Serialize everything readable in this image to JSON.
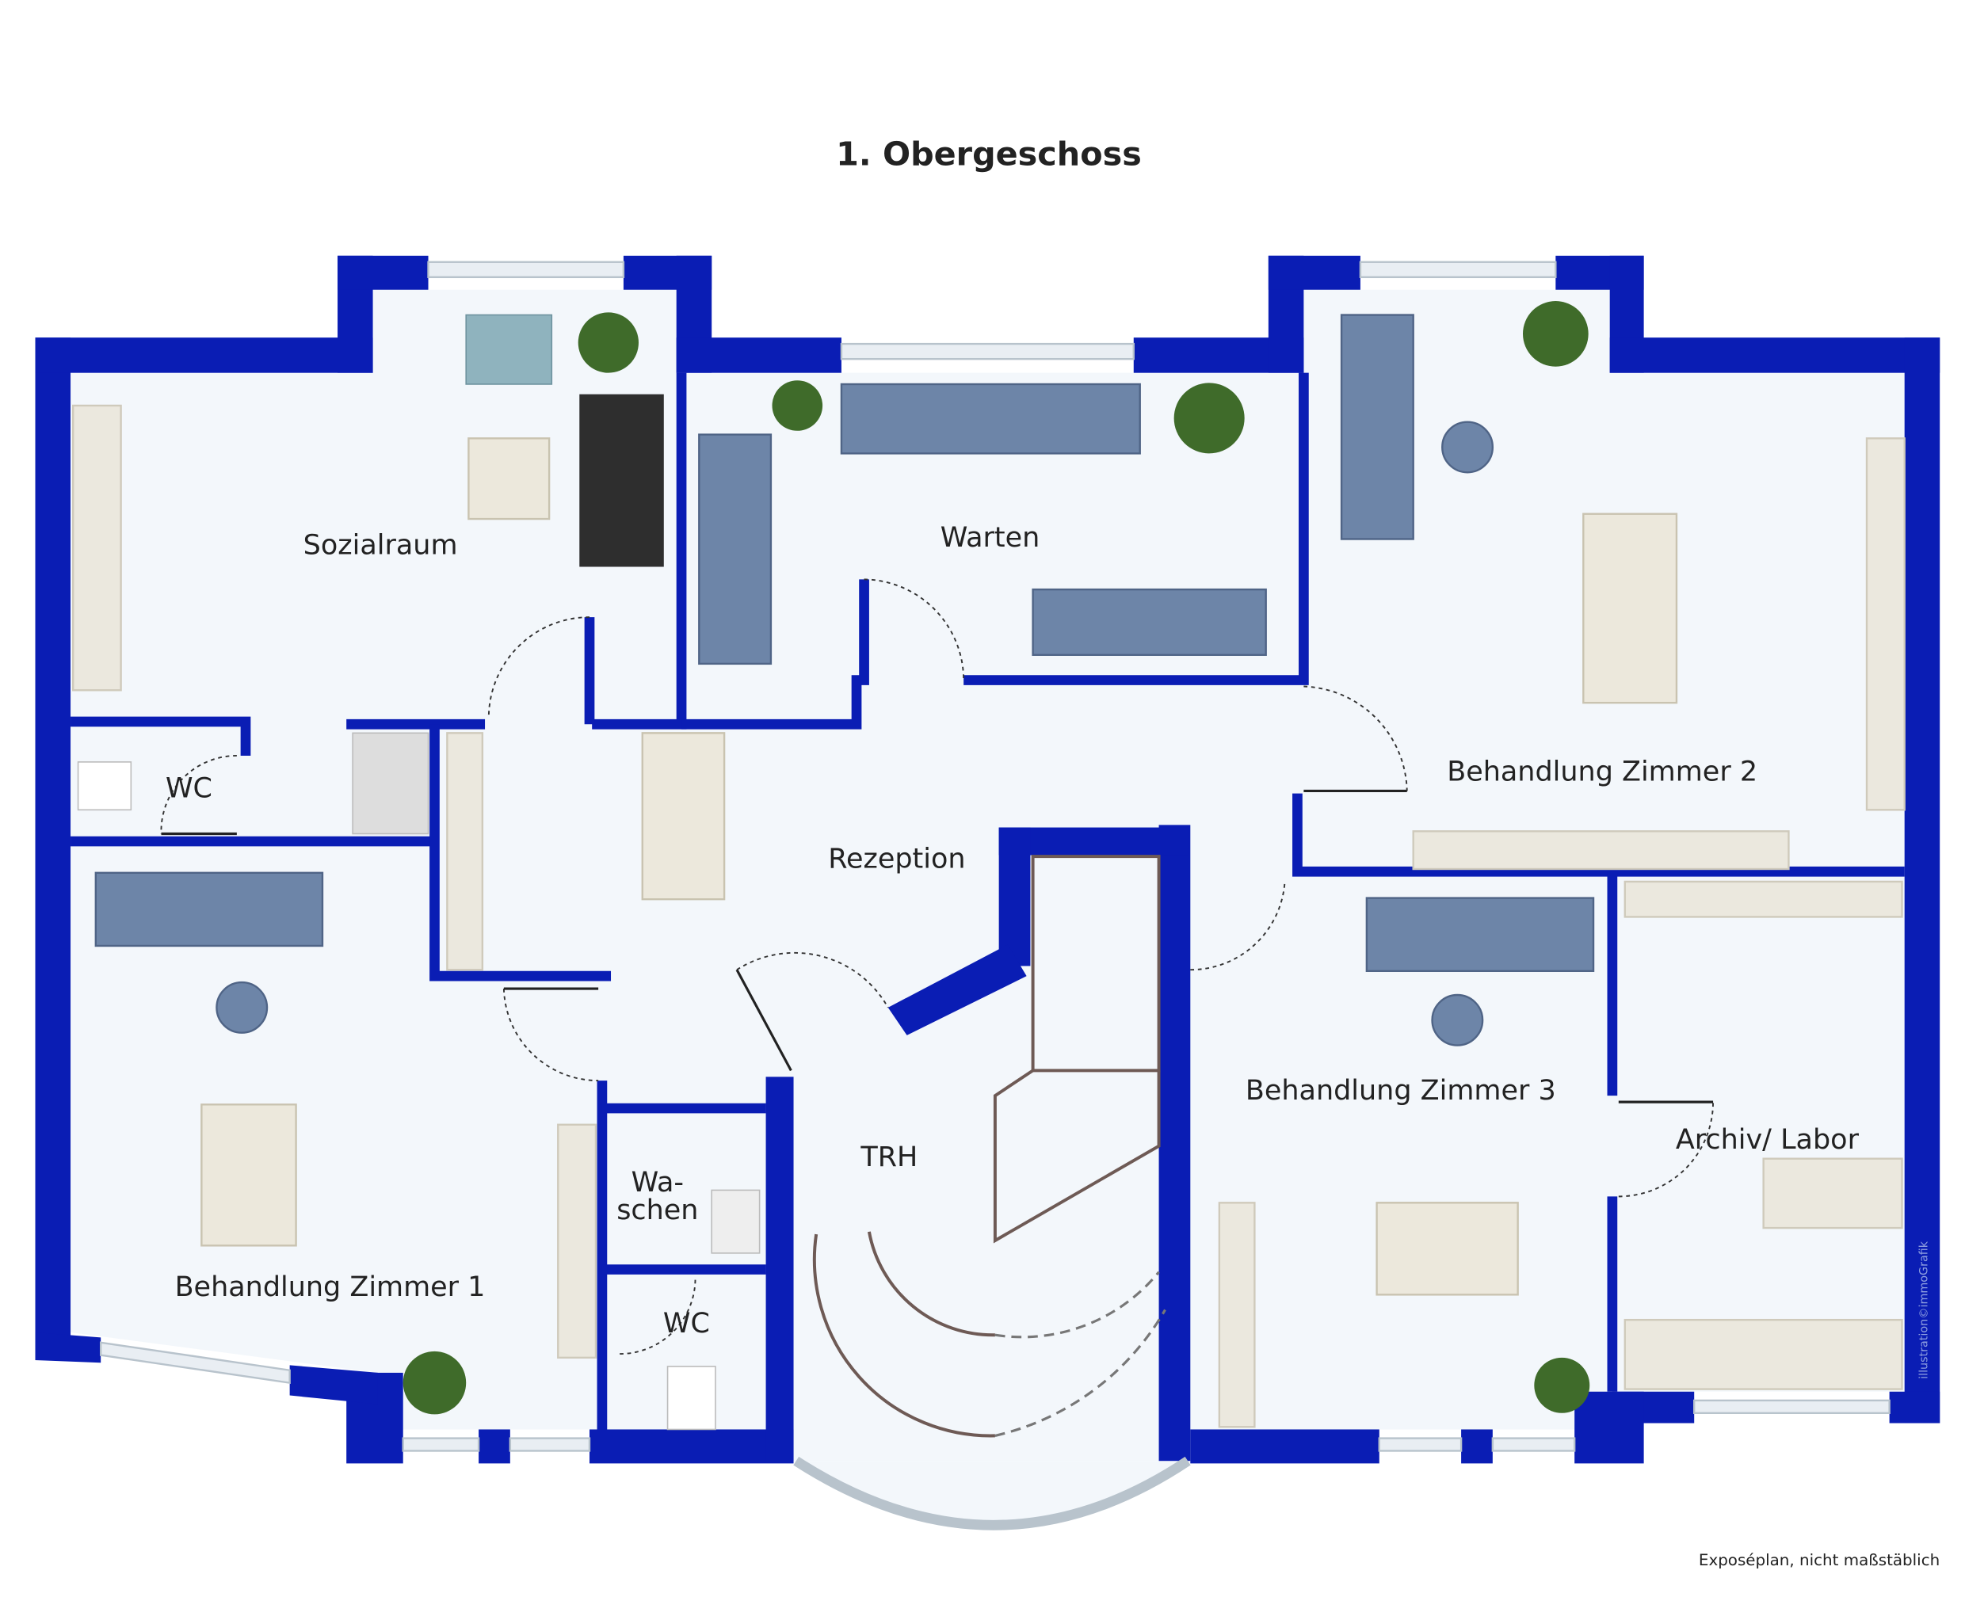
{
  "title": "1. Obergeschoss",
  "rooms": {
    "sozialraum": "Sozialraum",
    "warten": "Warten",
    "zimmer2": "Behandlung Zimmer 2",
    "wc1": "WC",
    "rezeption": "Rezeption",
    "zimmer1": "Behandlung Zimmer 1",
    "zimmer3": "Behandlung Zimmer 3",
    "archiv": "Archiv/ Labor",
    "trh": "TRH",
    "waschen_1": "Wa-",
    "waschen_2": "schen",
    "wc2": "WC"
  },
  "watermark": "illustration©immoGrafik",
  "footer": "Exposéplan, nicht maßstäblich",
  "colors": {
    "wall": "#0a1db4",
    "floor": "#f3f7fb",
    "furniture": "#6d85a8"
  }
}
